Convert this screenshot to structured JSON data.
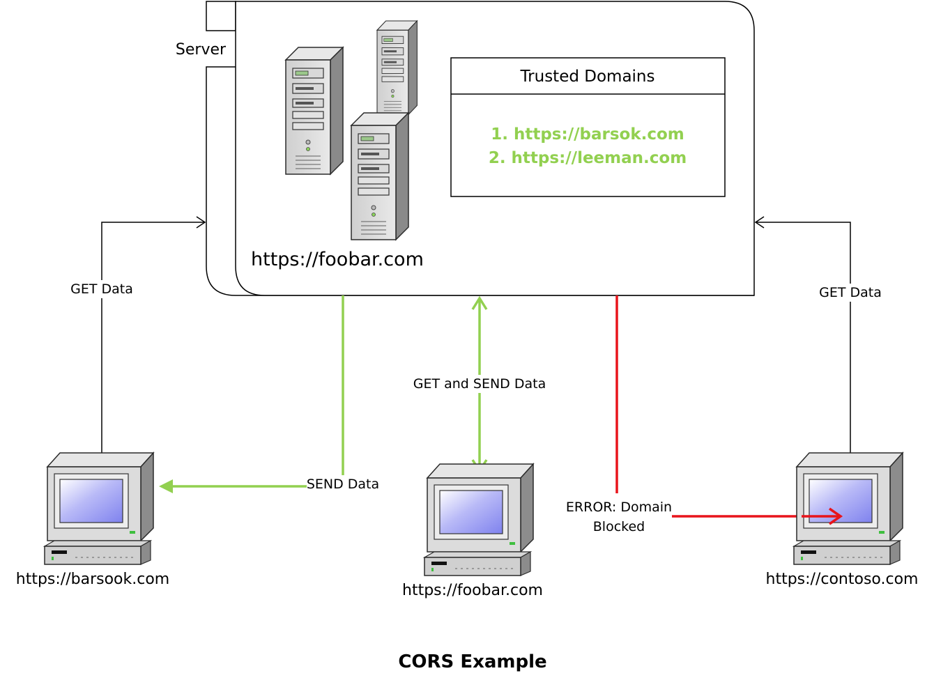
{
  "server": {
    "label": "Server",
    "url": "https://foobar.com"
  },
  "trusted_domains": {
    "title": "Trusted Domains",
    "items": [
      "1. https://barsok.com",
      "2. https://leeman.com"
    ]
  },
  "clients": [
    {
      "url": "https://barsook.com"
    },
    {
      "url": "https://foobar.com"
    },
    {
      "url": "https://contoso.com"
    }
  ],
  "connections": {
    "left_get": "GET Data",
    "send": "SEND Data",
    "get_and_send": "GET and SEND Data",
    "error_line1": "ERROR: Domain",
    "error_line2": "Blocked",
    "right_get": "GET Data"
  },
  "caption": "CORS Example",
  "colors": {
    "allowed": "#92d050",
    "blocked": "#e8141b",
    "neutral": "#000000",
    "screen": "#8a8cf0"
  }
}
